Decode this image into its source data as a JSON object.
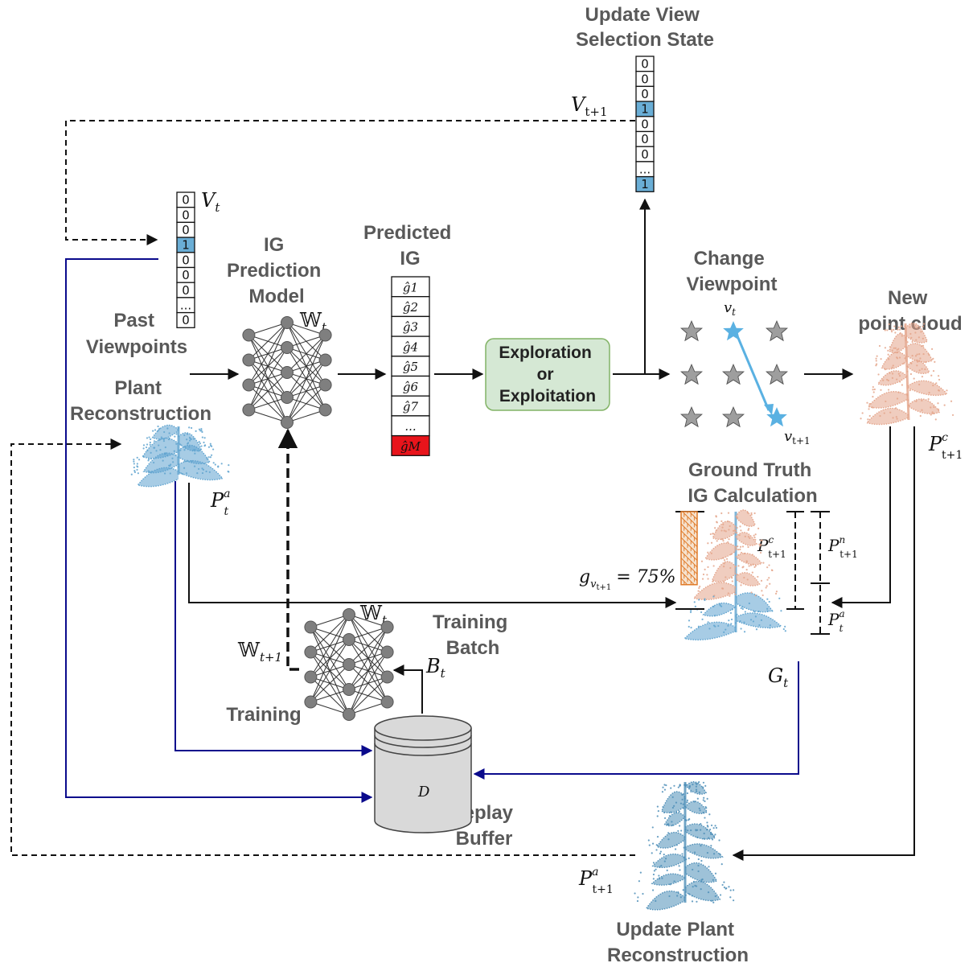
{
  "labels": {
    "update_view_selection_state": [
      "Update View",
      "Selection State"
    ],
    "past_viewpoints": [
      "Past",
      "Viewpoints"
    ],
    "plant_reconstruction": [
      "Plant",
      "Reconstruction"
    ],
    "ig_prediction_model": [
      "IG",
      "Prediction",
      "Model"
    ],
    "predicted_ig": [
      "Predicted",
      "IG"
    ],
    "exploration_box": [
      "Exploration",
      "or",
      "Exploitation"
    ],
    "change_viewpoint": [
      "Change",
      "Viewpoint"
    ],
    "new_point_cloud": [
      "New",
      "point cloud"
    ],
    "ground_truth_ig": [
      "Ground Truth",
      "IG Calculation"
    ],
    "training_batch": [
      "Training",
      "Batch"
    ],
    "training": "Training",
    "replay_buffer": [
      "Replay",
      "Buffer"
    ],
    "update_plant_reconstruction": [
      "Update Plant",
      "Reconstruction"
    ]
  },
  "symbols": {
    "V_t": "V",
    "V_t_sub": "t",
    "V_t1": "V",
    "V_t1_sub": "t+1",
    "W_t": "𝕎",
    "W_t_sub": "t",
    "W_t1": "𝕎",
    "W_t1_sub": "t+1",
    "v_t": "v",
    "v_t_sub": "t",
    "v_t1": "v",
    "v_t1_sub": "t+1",
    "P_a_t": "P",
    "P_a_t_sup": "a",
    "P_a_t_sub": "t",
    "P_c_t1": "P",
    "P_c_t1_sup": "c",
    "P_c_t1_sub": "t+1",
    "P_n_t1": "P",
    "P_n_t1_sup": "n",
    "P_n_t1_sub": "t+1",
    "P_a_t1": "P",
    "P_a_t1_sup": "a",
    "P_a_t1_sub": "t+1",
    "G_t": "G",
    "G_t_sub": "t",
    "B_t": "B",
    "B_t_sub": "t",
    "D": "D",
    "g_eq": "= 75%",
    "g": "g",
    "g_sub": "v",
    "g_subsub": "t+1"
  },
  "past_state_vector": [
    "0",
    "0",
    "0",
    "1",
    "0",
    "0",
    "0",
    "...",
    "0"
  ],
  "past_state_active_index": 3,
  "update_state_vector": [
    "0",
    "0",
    "0",
    "1",
    "0",
    "0",
    "0",
    "...",
    "1"
  ],
  "update_state_active_indices": [
    3,
    8
  ],
  "predicted_ig": [
    "ĝ1",
    "ĝ2",
    "ĝ3",
    "ĝ4",
    "ĝ5",
    "ĝ6",
    "ĝ7",
    "...",
    "ĝM"
  ],
  "predicted_ig_highlight_index": 8,
  "ground_truth_percent": 75,
  "colors": {
    "label_gray": "#595959",
    "state_highlight": "#6aaed6",
    "ig_highlight": "#e8141b",
    "exploration_fill": "#d5e8d4",
    "exploration_stroke": "#82b366",
    "flow_blue": "#0a0a8c",
    "star_gray": "#9e9e9e",
    "star_blue": "#5ab1e2",
    "plant_blue": "#5fa3cf",
    "plant_salmon": "#e4a48a",
    "bar_orange": "#e07b2a"
  },
  "icons": {
    "neural_network": "neural-network-icon",
    "replay_buffer": "database-cylinder-icon",
    "plant": "plant-point-cloud-icon",
    "star": "viewpoint-star-icon"
  }
}
